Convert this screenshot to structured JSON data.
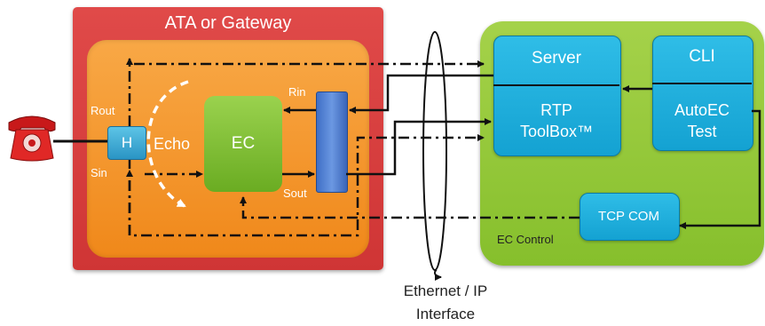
{
  "gateway": {
    "title": "ATA or Gateway",
    "hybrid_label": "H",
    "echo_label": "Echo",
    "ec_label": "EC",
    "port_labels": {
      "rout": "Rout",
      "sin": "Sin",
      "rin": "Rin",
      "sout": "Sout"
    }
  },
  "test_system": {
    "server_label": "Server",
    "rtp_line1": "RTP",
    "rtp_line2": "ToolBox™",
    "cli_label": "CLI",
    "autoec_line1": "AutoEC",
    "autoec_line2": "Test",
    "tcp_label": "TCP COM",
    "ec_control_label": "EC Control"
  },
  "network": {
    "line1": "Ethernet / IP",
    "line2": "Interface"
  },
  "colors": {
    "gateway_red": "#d63c3c",
    "gateway_orange": "#f39a2e",
    "ec_green": "#7cbc32",
    "test_green": "#94c83a",
    "module_cyan": "#1fb0de",
    "bus_blue": "#4a7fd4",
    "phone_red": "#d9221f"
  },
  "icons": {
    "phone": "phone-icon"
  }
}
